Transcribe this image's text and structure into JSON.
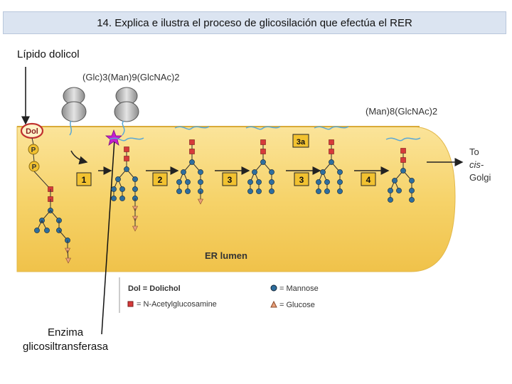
{
  "title": "14. Explica e ilustra el proceso de glicosilación que efectúa el RER",
  "callouts": {
    "lipid": "Lípido dolicol",
    "enzyme_line1": "Enzima",
    "enzyme_line2": "glicosiltransferasa"
  },
  "diagram": {
    "precursor_label": "(Glc)3(Man)9(GlcNAc)2",
    "product_label": "(Man)8(GlcNAc)2",
    "dol": "Dol",
    "phosphate": "P",
    "lumen_label": "ER lumen",
    "steps": [
      "1",
      "2",
      "3",
      "3a",
      "3",
      "4"
    ],
    "destination": [
      "To",
      "cis-",
      "Golgi"
    ],
    "colors": {
      "lumen": "#f6d36a",
      "mannose": "#2e6e9e",
      "glcnac": "#d63a3a",
      "glucose": "#e8a07a",
      "phosphate": "#f2c230",
      "step_box": "#f2c230",
      "star": "#c41fcf",
      "membrane": "#5aa8d6"
    }
  },
  "legend": {
    "dol": "Dol = Dolichol",
    "glcnac": "= N-Acetylglucosamine",
    "mannose": "= Mannose",
    "glucose": "= Glucose"
  }
}
